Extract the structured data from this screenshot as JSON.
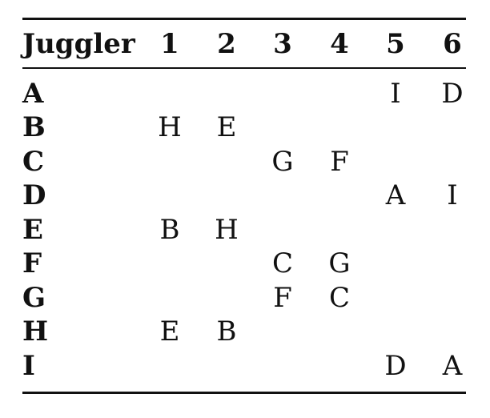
{
  "table": {
    "headers": [
      "Juggler",
      "1",
      "2",
      "3",
      "4",
      "5",
      "6"
    ],
    "rows": [
      {
        "juggler": "A",
        "cells": [
          "",
          "",
          "",
          "",
          "I",
          "D"
        ]
      },
      {
        "juggler": "B",
        "cells": [
          "H",
          "E",
          "",
          "",
          "",
          ""
        ]
      },
      {
        "juggler": "C",
        "cells": [
          "",
          "",
          "G",
          "F",
          "",
          ""
        ]
      },
      {
        "juggler": "D",
        "cells": [
          "",
          "",
          "",
          "",
          "A",
          "I"
        ]
      },
      {
        "juggler": "E",
        "cells": [
          "B",
          "H",
          "",
          "",
          "",
          ""
        ]
      },
      {
        "juggler": "F",
        "cells": [
          "",
          "",
          "C",
          "G",
          "",
          ""
        ]
      },
      {
        "juggler": "G",
        "cells": [
          "",
          "",
          "F",
          "C",
          "",
          ""
        ]
      },
      {
        "juggler": "H",
        "cells": [
          "E",
          "B",
          "",
          "",
          "",
          ""
        ]
      },
      {
        "juggler": "I",
        "cells": [
          "",
          "",
          "",
          "",
          "D",
          "A"
        ]
      }
    ]
  }
}
